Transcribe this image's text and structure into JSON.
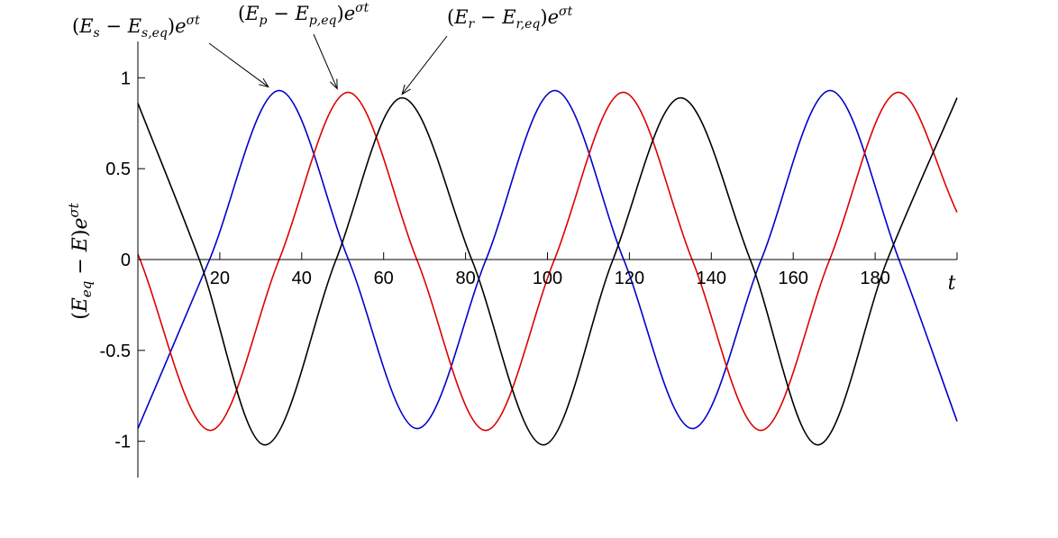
{
  "chart_data": {
    "type": "line",
    "title": "",
    "xlabel": "t",
    "ylabel": "(E_eq − E)e^{σt}",
    "xlim": [
      0,
      200
    ],
    "ylim": [
      -1.2,
      1.2
    ],
    "x_ticks": [
      20,
      40,
      60,
      80,
      100,
      120,
      140,
      160,
      180
    ],
    "y_ticks": [
      -1,
      -0.5,
      0,
      0.5,
      1
    ],
    "x_tick_labels": [
      "20",
      "40",
      "60",
      "80",
      "100",
      "120",
      "140",
      "160",
      "180"
    ],
    "y_tick_labels": [
      "-1",
      "-0.5",
      "0",
      "0.5",
      "1"
    ],
    "grid": false,
    "series": [
      {
        "name": "(E_s − E_s,eq)e^{σt}",
        "color": "#0000cc",
        "x": [
          0,
          17.5,
          34.5,
          51.4,
          68.2,
          85.0,
          101.8,
          118.6,
          135.4,
          152.2,
          169.0,
          185.8,
          200
        ],
        "y": [
          -0.93,
          0.0,
          0.93,
          0.0,
          -0.93,
          0.0,
          0.93,
          0.0,
          -0.93,
          0.0,
          0.93,
          0.0,
          -0.89
        ]
      },
      {
        "name": "(E_p − E_p,eq)e^{σt}",
        "color": "#dd0000",
        "x": [
          0,
          17.7,
          34.5,
          51.3,
          68.1,
          84.9,
          101.7,
          118.5,
          135.3,
          152.1,
          168.9,
          185.7,
          200
        ],
        "y": [
          0.03,
          -0.94,
          0.0,
          0.92,
          0.0,
          -0.94,
          0.0,
          0.92,
          0.0,
          -0.94,
          0.0,
          0.92,
          0.26
        ]
      },
      {
        "name": "(E_r − E_r,eq)e^{σt}",
        "color": "#000000",
        "x": [
          0,
          15.0,
          31.0,
          48.4,
          64.5,
          81.5,
          99.0,
          116.0,
          132.5,
          149.5,
          166.0,
          183.0,
          200
        ],
        "y": [
          0.86,
          0.0,
          -1.02,
          0.0,
          0.89,
          0.0,
          -1.02,
          0.0,
          0.89,
          0.0,
          -1.02,
          0.0,
          0.89
        ]
      }
    ],
    "annotations": [
      {
        "series": 0,
        "text": "(E_s − E_s,eq)e^{σt}",
        "point": [
          34.5,
          0.93
        ]
      },
      {
        "series": 1,
        "text": "(E_p − E_p,eq)e^{σt}",
        "point": [
          51.3,
          0.92
        ]
      },
      {
        "series": 2,
        "text": "(E_r − E_r,eq)e^{σt}",
        "point": [
          64.5,
          0.89
        ]
      }
    ]
  }
}
